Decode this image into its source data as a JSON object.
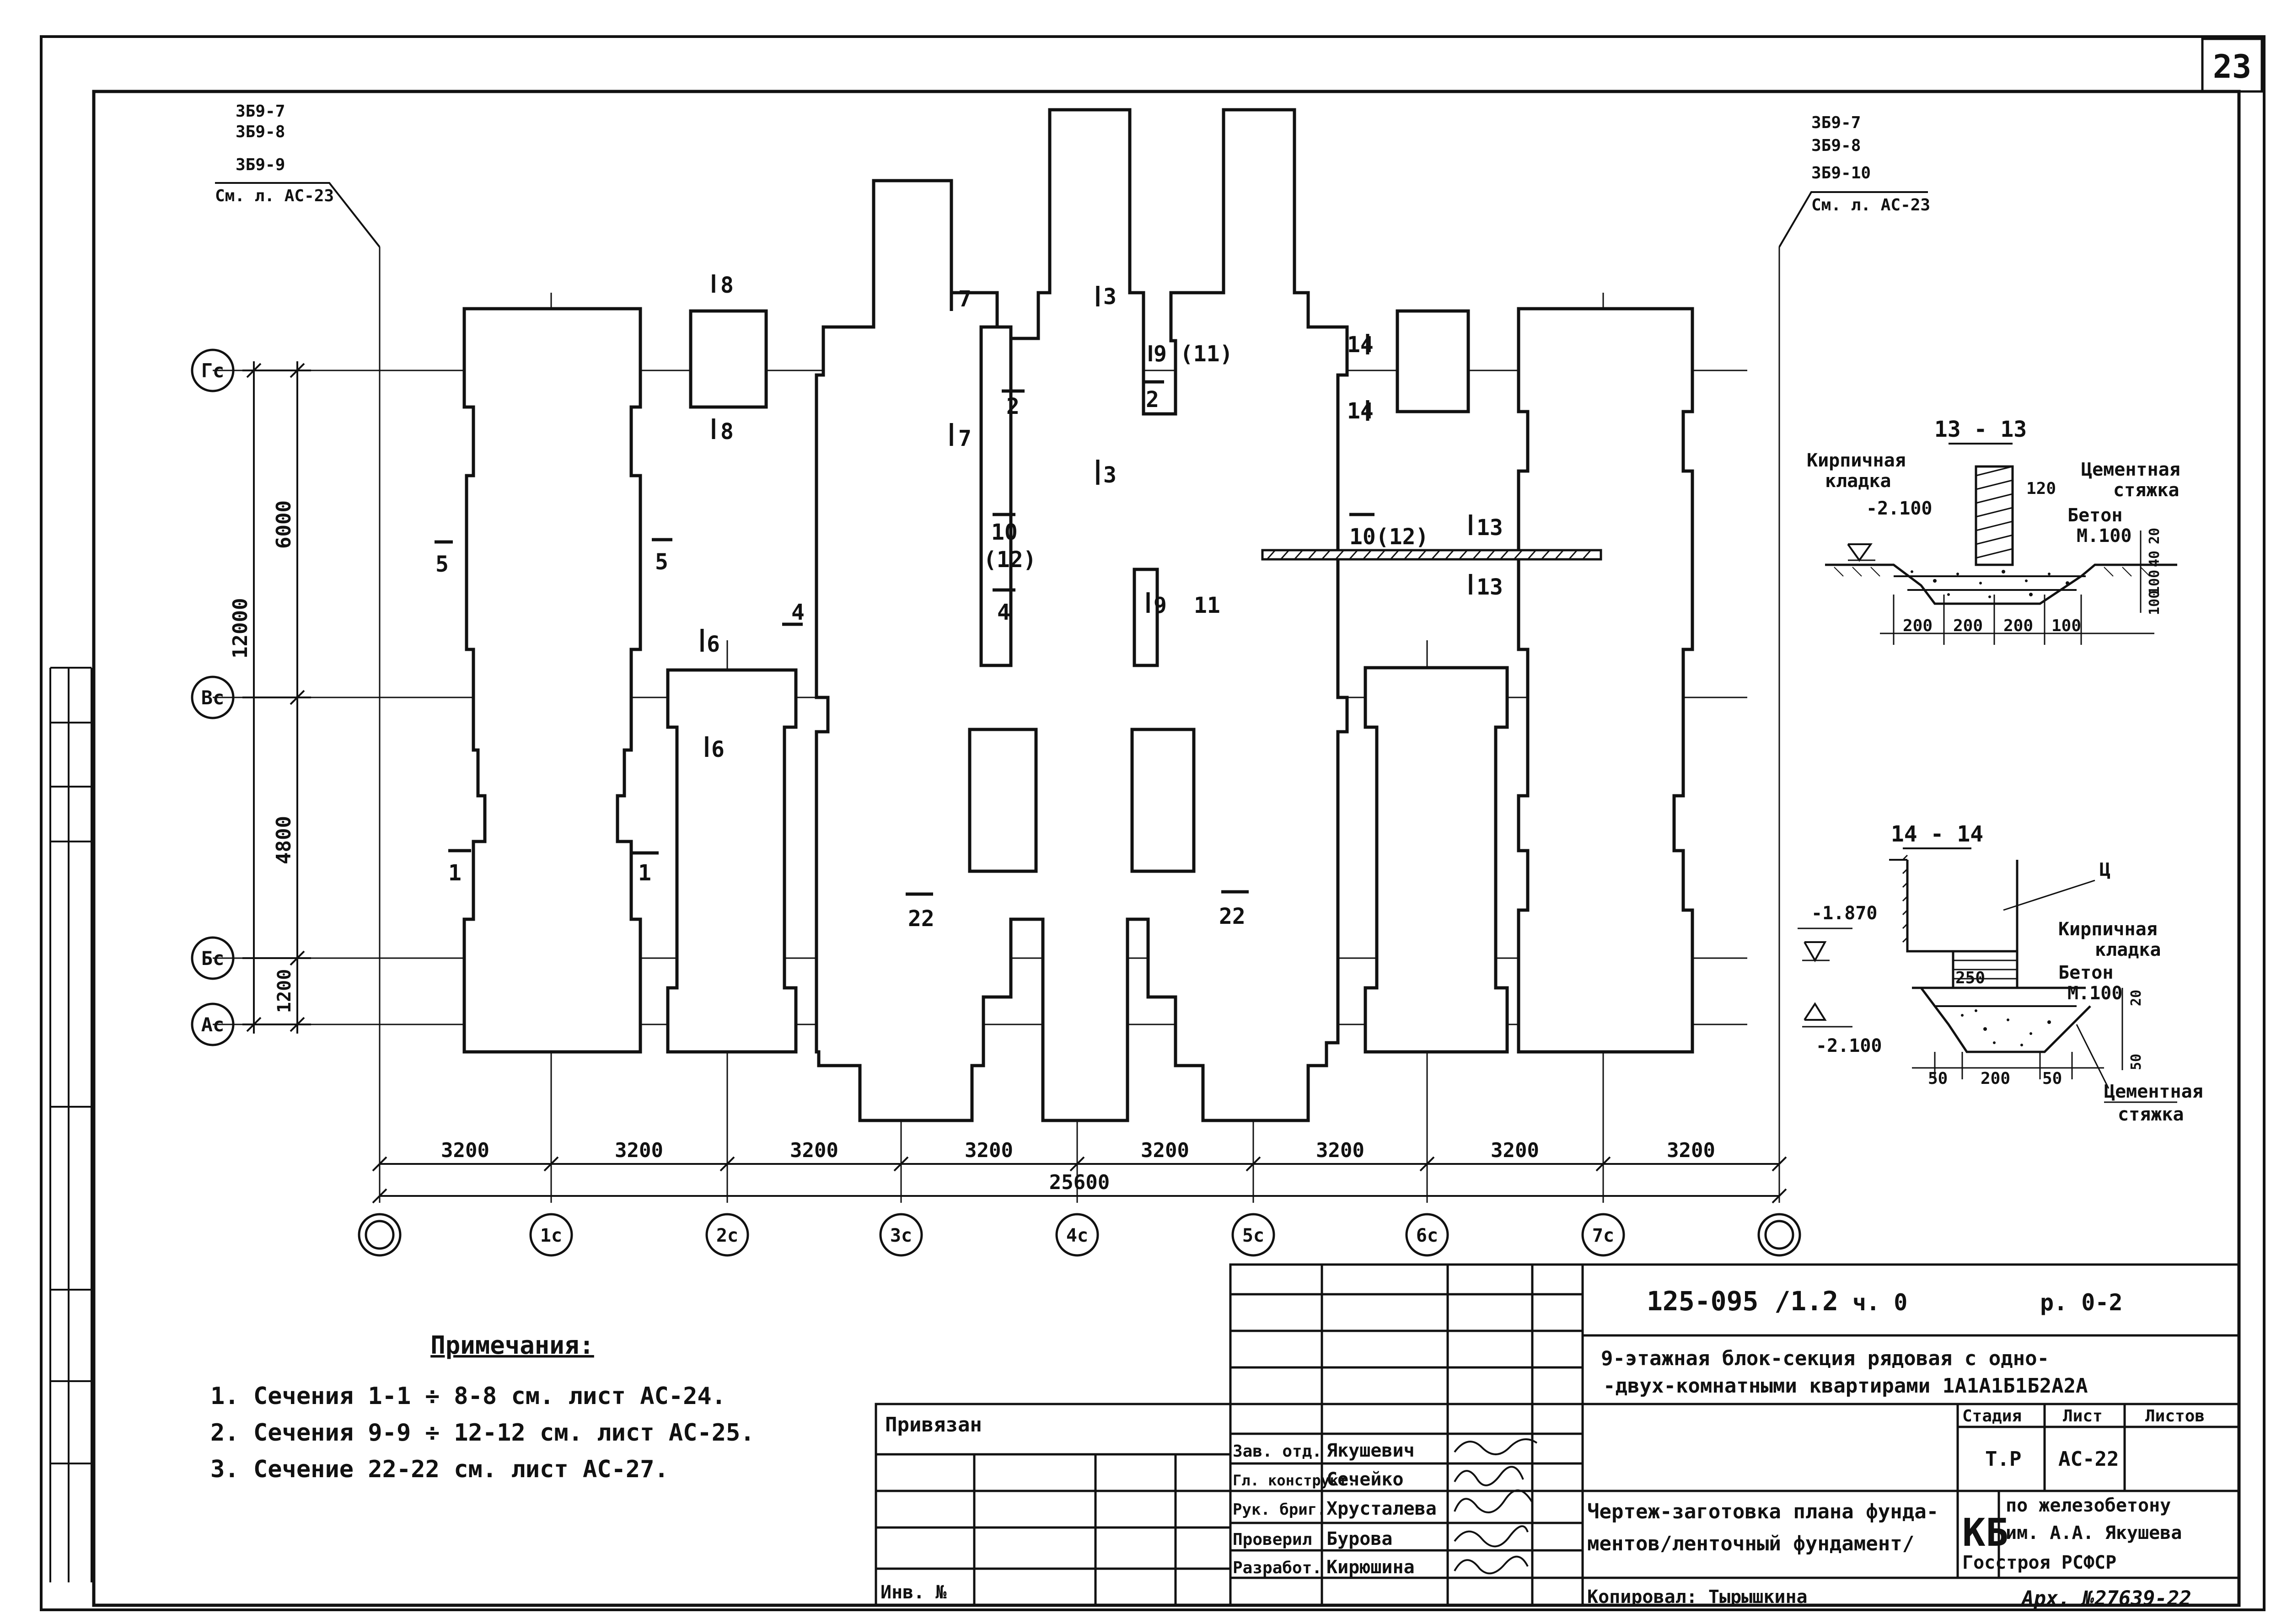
{
  "sheet": {
    "page_number": "23",
    "see_refs_left": [
      "3Б9-7",
      "3Б9-8",
      "3Б9-9"
    ],
    "see_ref_left_sheet": "См. л. АС-23",
    "see_refs_right": [
      "3Б9-7",
      "3Б9-8",
      "3Б9-10"
    ],
    "see_ref_right_sheet": "См. л. АС-23"
  },
  "axes": {
    "rows": [
      "Гс",
      "Вс",
      "Бс",
      "Ас"
    ],
    "columns": [
      "",
      "1с",
      "2с",
      "3с",
      "4с",
      "5с",
      "6с",
      "7с",
      ""
    ],
    "row_dims": [
      "6000",
      "4800",
      "1200"
    ],
    "row_total": "12000",
    "column_dims": [
      "3200",
      "3200",
      "3200",
      "3200",
      "3200",
      "3200",
      "3200",
      "3200"
    ],
    "column_total": "25600"
  },
  "section_marks": {
    "m8a": "8",
    "m8b": "8",
    "m7a": "7",
    "m7b": "7",
    "m3a": "3",
    "m3b": "3",
    "m9a": "9 (11)",
    "m2a": "2",
    "m2b": "2",
    "m14a": "14",
    "m14b": "14",
    "m5a": "5",
    "m5b": "5",
    "m4a": "4",
    "m10": "10",
    "m12": "(12)",
    "m4b": "4",
    "m9b": "9",
    "m11": "11",
    "m1012": "10(12)",
    "m13a": "13",
    "m13b": "13",
    "m6a": "6",
    "m6b": "6",
    "m1a": "1",
    "m1b": "1",
    "m22a": "22",
    "m22b": "22"
  },
  "section_13": {
    "title": "13 - 13",
    "brick": [
      "Кирпичная",
      "кладка"
    ],
    "screed": [
      "Цементная",
      "стяжка"
    ],
    "concrete": [
      "Бетон",
      "М.100"
    ],
    "level": "-2.100",
    "dims_top": "120",
    "dims_right": [
      "20",
      "40",
      "100",
      "100"
    ],
    "dims_bottom": [
      "200",
      "200",
      "200",
      "100"
    ]
  },
  "section_14": {
    "title": "14 - 14",
    "wall_label": "Ц",
    "level_top": "-1.870",
    "level_bottom": "-2.100",
    "brick": [
      "Кирпичная",
      "кладка"
    ],
    "concrete": [
      "Бетон",
      "М.100"
    ],
    "screed": [
      "Цементная",
      "стяжка"
    ],
    "dim_250": "250",
    "dims_right": [
      "20",
      "50"
    ],
    "dims_bottom": [
      "50",
      "200",
      "50"
    ]
  },
  "notes": {
    "title": "Примечания:",
    "items": [
      "1. Сечения 1-1 ÷ 8-8 см. лист АС-24.",
      "2. Сечения 9-9 ÷ 12-12 см. лист АС-25.",
      "3. Сечение 22-22 см. лист АС-27."
    ]
  },
  "title_block": {
    "tied": "Привязан",
    "inv": "Инв. №",
    "code": "125-095 /1.2",
    "part": "ч. 0",
    "section": "р. 0-2",
    "desc_line1": "9-этажная блок-секция рядовая с одно-",
    "desc_line2": "-двух-комнатными квартирами 1А1А1Б1Б2А2А",
    "stage_hdr": "Стадия",
    "sheet_hdr": "Лист",
    "sheets_hdr": "Листов",
    "stage": "Т.Р",
    "sheet": "АС-22",
    "drawing_title1": "Чертеж-заготовка плана фунда-",
    "drawing_title2": "ментов/ленточный фундамент/",
    "org_code": "КБ",
    "org1": "по железобетону",
    "org2": "им. А.А. Якушева",
    "org3": "Госстроя РСФСР",
    "roles": [
      "Зав. отд.",
      "Гл. конструкт.",
      "Рук. бриг.",
      "Проверил",
      "Разработ."
    ],
    "names": [
      "Якушевич",
      "Сечейко",
      "Хрусталева",
      "Бурова",
      "Кирюшина"
    ],
    "copied": "Копировал: Тырышкина",
    "archive": "Арх. №27639-22"
  }
}
